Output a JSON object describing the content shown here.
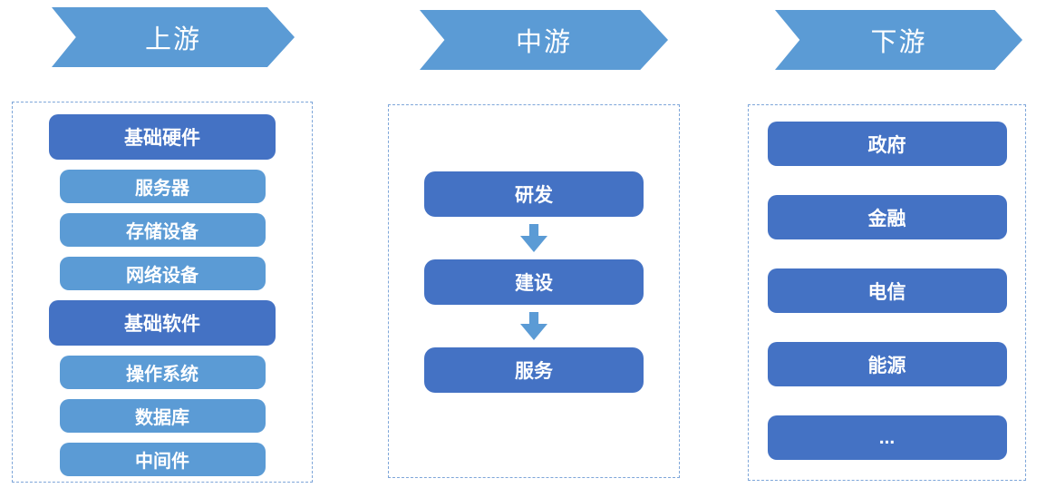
{
  "diagram_title": "industry-chain-flow",
  "colors": {
    "primary_box": "#4472C4",
    "secondary_box": "#5B9BD5",
    "header_banner": "#5B9BD5",
    "dashed_border": "#7EA6D9",
    "text": "#FFFFFF",
    "background": "#FFFFFF"
  },
  "icons": {
    "connector": "down-arrow"
  },
  "columns": [
    {
      "id": "upstream",
      "header": "上游",
      "items": [
        {
          "label": "基础硬件",
          "variant": "primary"
        },
        {
          "label": "服务器",
          "variant": "secondary"
        },
        {
          "label": "存储设备",
          "variant": "secondary"
        },
        {
          "label": "网络设备",
          "variant": "secondary"
        },
        {
          "label": "基础软件",
          "variant": "primary"
        },
        {
          "label": "操作系统",
          "variant": "secondary"
        },
        {
          "label": "数据库",
          "variant": "secondary"
        },
        {
          "label": "中间件",
          "variant": "secondary"
        }
      ]
    },
    {
      "id": "midstream",
      "header": "中游",
      "connector": "down-arrow",
      "items": [
        {
          "label": "研发"
        },
        {
          "label": "建设"
        },
        {
          "label": "服务"
        }
      ]
    },
    {
      "id": "downstream",
      "header": "下游",
      "items": [
        {
          "label": "政府"
        },
        {
          "label": "金融"
        },
        {
          "label": "电信"
        },
        {
          "label": "能源"
        },
        {
          "label": "..."
        }
      ]
    }
  ]
}
